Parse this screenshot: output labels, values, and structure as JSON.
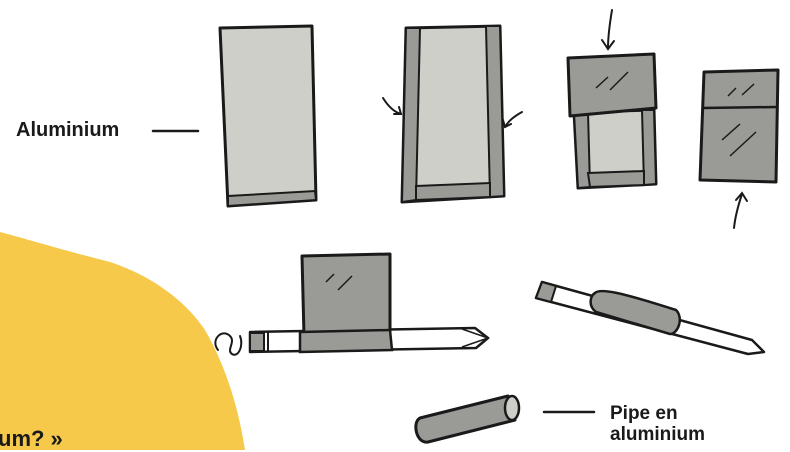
{
  "labels": {
    "aluminium": "Aluminium",
    "pipe_line1": "Pipe en",
    "pipe_line2": "aluminium",
    "heading_fragment": "um? »"
  },
  "colors": {
    "blob": "#f6c94a",
    "foil_light": "#cfcfca",
    "foil_dark": "#9a9a96",
    "outline": "#1a1a1a"
  }
}
